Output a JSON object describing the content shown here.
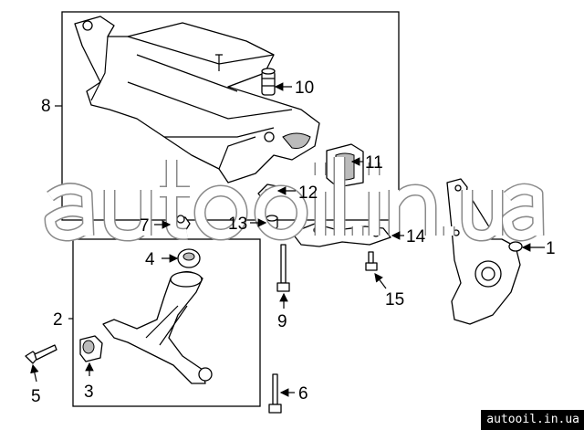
{
  "diagram": {
    "callouts": [
      "1",
      "2",
      "3",
      "4",
      "5",
      "6",
      "7",
      "8",
      "9",
      "10",
      "11",
      "12",
      "13",
      "14",
      "15"
    ],
    "watermark": "autooil.in.ua",
    "site_badge": "autooil.in.ua"
  }
}
